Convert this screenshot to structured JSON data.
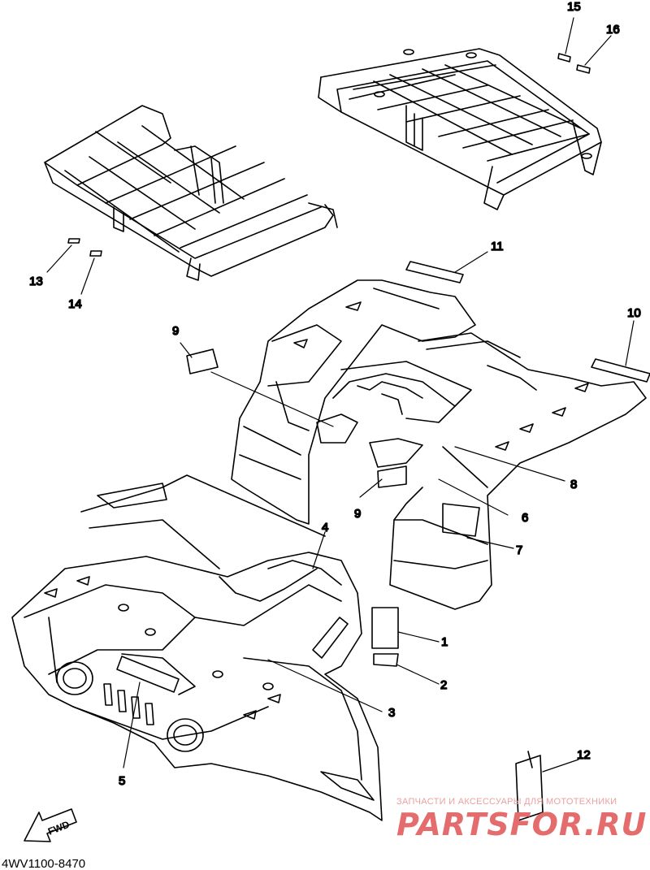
{
  "diagram": {
    "callouts": [
      "1",
      "2",
      "3",
      "4",
      "5",
      "6",
      "7",
      "8",
      "9",
      "9",
      "10",
      "11",
      "12",
      "13",
      "14",
      "15",
      "16"
    ],
    "part_code": "4WV1100-8470",
    "fwd_label": "FWD"
  },
  "watermark": {
    "line1": "ЗАПЧАСТИ И АКСЕССУАРЫ ДЛЯ МОТОТЕХНИКИ",
    "line2": "PARTSFOR.RU"
  }
}
